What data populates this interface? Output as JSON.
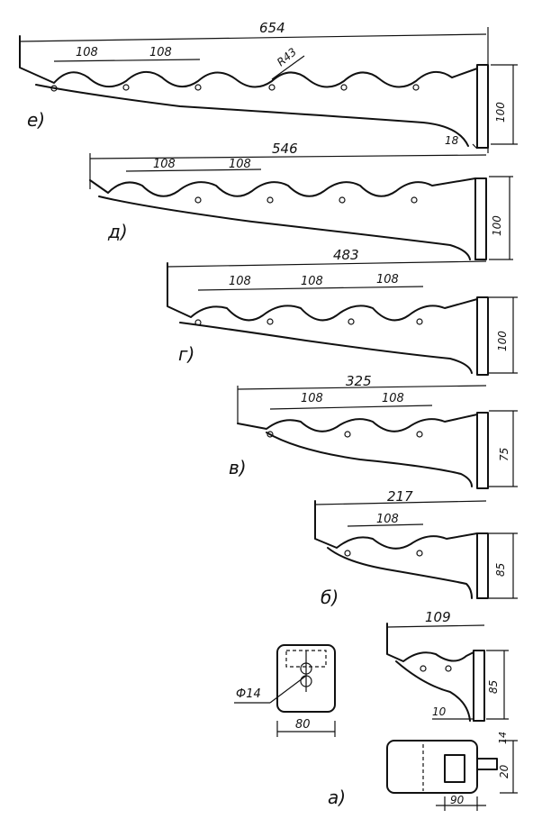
{
  "brackets": [
    {
      "id": "e",
      "letter": "е)",
      "overall": "654",
      "pitch_labels": [
        "108",
        "108"
      ],
      "radius": "R43",
      "height": "100",
      "thickness": "18"
    },
    {
      "id": "d",
      "letter": "д)",
      "overall": "546",
      "pitch_labels": [
        "108",
        "108"
      ],
      "height": "100"
    },
    {
      "id": "g",
      "letter": "г)",
      "overall": "483",
      "pitch_labels": [
        "108",
        "108",
        "108"
      ],
      "height": "100"
    },
    {
      "id": "v",
      "letter": "в)",
      "overall": "325",
      "pitch_labels": [
        "108",
        "108"
      ],
      "height": "75"
    },
    {
      "id": "b",
      "letter": "б)",
      "overall": "217",
      "pitch_labels": [
        "108"
      ],
      "height": "85"
    },
    {
      "id": "a",
      "letter": "а)",
      "overall": "109",
      "height": "85",
      "thickness": "10"
    }
  ],
  "details": {
    "plate_hole": "Ф14",
    "plate_width": "80",
    "end_width": "90",
    "end_height": "20",
    "end_thickness": "14"
  }
}
